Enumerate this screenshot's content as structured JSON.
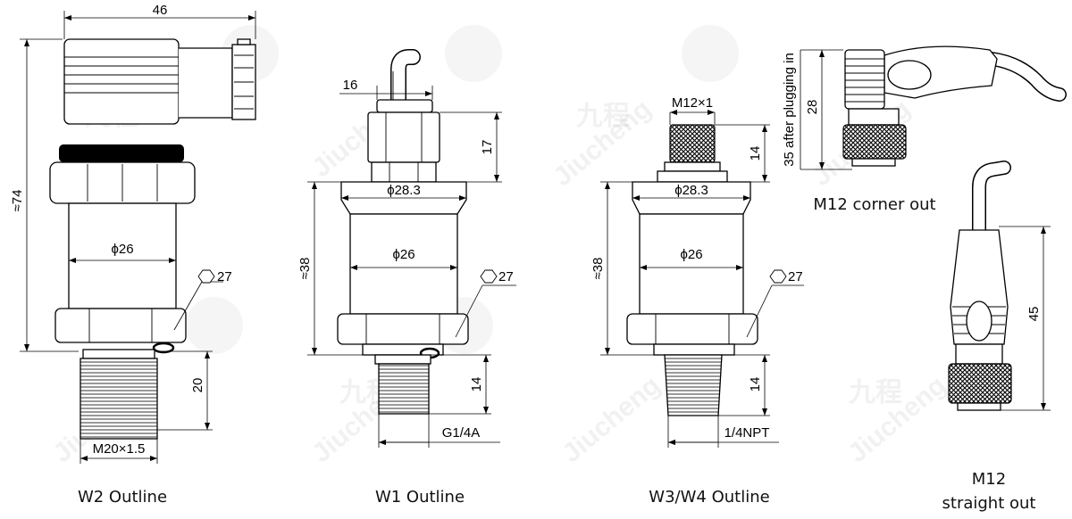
{
  "watermark": {
    "text": "Jiucheng",
    "chinese": "九程"
  },
  "w2": {
    "caption": "W2 Outline",
    "width": "46",
    "height": "≈74",
    "body_dia": "ϕ26",
    "hex": "27",
    "thread_len": "20",
    "thread": "M20×1.5"
  },
  "w1": {
    "caption": "W1 Outline",
    "cable_width": "16",
    "top_height": "17",
    "flange_dia": "ϕ28.3",
    "height": "≈38",
    "body_dia": "ϕ26",
    "hex": "27",
    "thread_len": "14",
    "thread": "G1/4A"
  },
  "w3": {
    "caption": "W3/W4 Outline",
    "connector": "M12×1",
    "connector_height": "14",
    "flange_dia": "ϕ28.3",
    "height": "≈38",
    "body_dia": "ϕ26",
    "hex": "27",
    "thread_len": "14",
    "thread": "1/4NPT"
  },
  "m12_corner": {
    "note": "35 after plugging in",
    "height": "28",
    "caption": "M12 corner out"
  },
  "m12_straight": {
    "height": "45",
    "caption_line1": "M12",
    "caption_line2": "straight out"
  }
}
